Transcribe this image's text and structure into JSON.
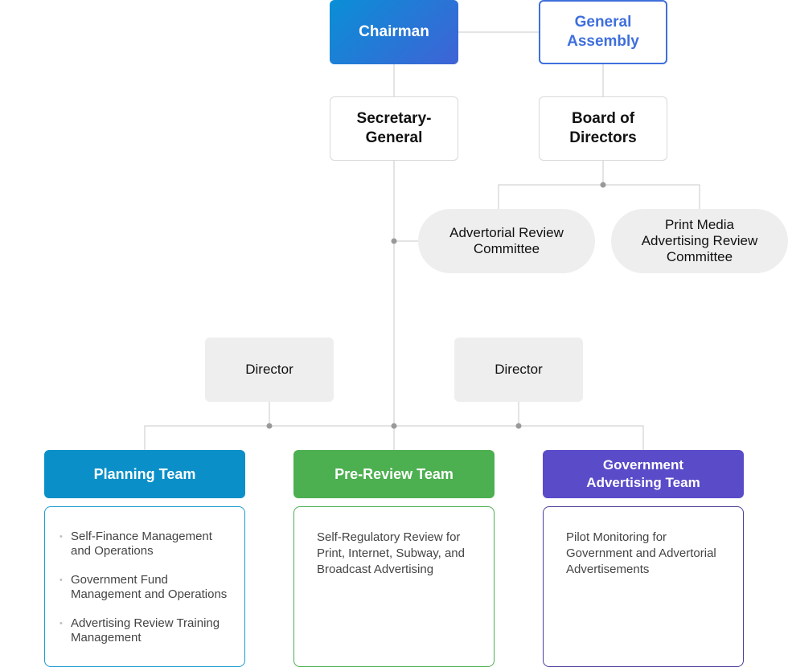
{
  "nodes": {
    "chairman": "Chairman",
    "general_assembly": "General Assembly",
    "secretary_general": "Secretary-General",
    "board_of_directors": "Board of Directors",
    "advertorial_review_committee": "Advertorial Review Committee",
    "print_media_committee": "Print Media Advertising Review Committee",
    "director_left": "Director",
    "director_right": "Director"
  },
  "teams": [
    {
      "name": "Planning Team",
      "color": "#0a8fc8",
      "duties": [
        "Self-Finance Management and Operations",
        "Government Fund Management and Operations",
        "Advertising Review Training Management"
      ]
    },
    {
      "name": "Pre-Review Team",
      "color": "#4caf50",
      "duties": [
        "Self-Regulatory Review for Print, Internet, Subway, and Broadcast Advertising"
      ]
    },
    {
      "name": "Government Advertising Team",
      "color": "#5a4bc9",
      "duties": [
        "Pilot Monitoring for Government and Advertorial Advertisements"
      ]
    }
  ],
  "colors": {
    "connector": "#bdbdbd",
    "junction_dot": "#999999",
    "accent_blue": "#3f6fdc"
  }
}
